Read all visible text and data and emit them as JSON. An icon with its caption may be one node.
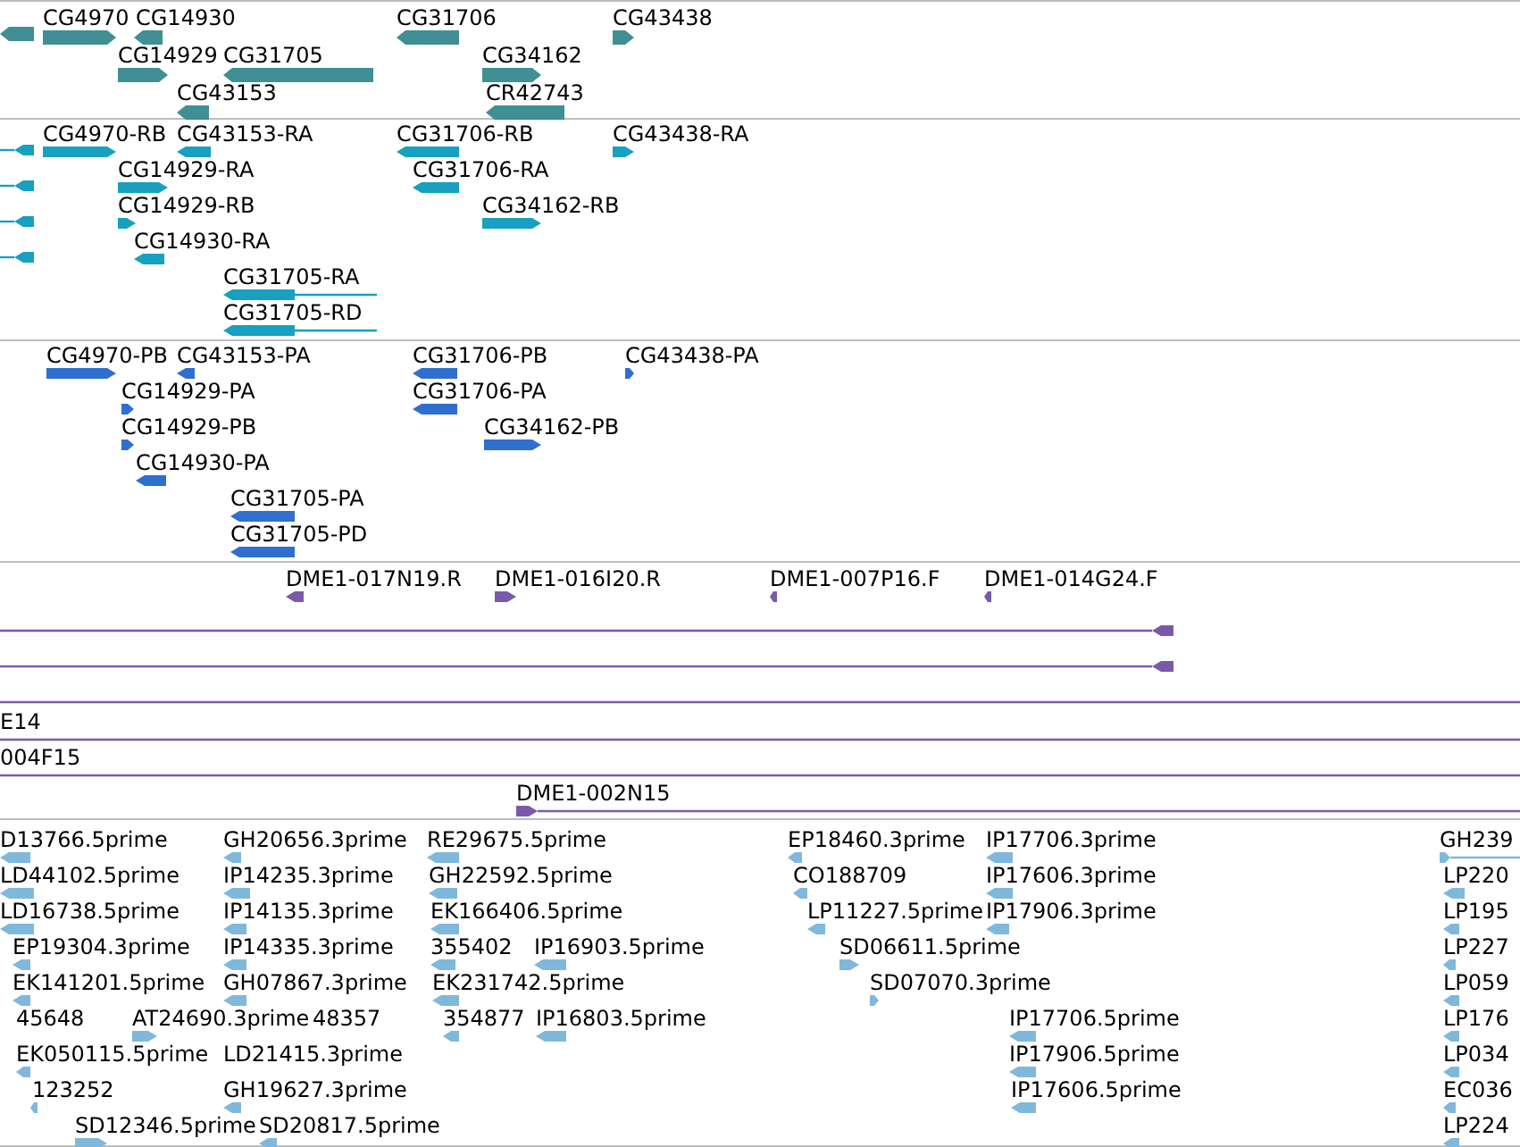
{
  "diagram": {
    "labels": [
      "CG4970",
      "CG14930",
      "CG31706",
      "CG43438",
      "CG14929",
      "CG31705",
      "CG34162",
      "CG43153",
      "CR42743",
      "CG4970-RB",
      "CG43153-RA",
      "CG31706-RB",
      "CG43438-RA",
      "CG14929-RA",
      "CG31706-RA",
      "CG14929-RB",
      "CG34162-RB",
      "CG14930-RA",
      "CG31705-RA",
      "CG31705-RD",
      "CG4970-PB",
      "CG43153-PA",
      "CG31706-PB",
      "CG43438-PA",
      "CG14929-PA",
      "CG31706-PA",
      "CG14929-PB",
      "CG34162-PB",
      "CG14930-PA",
      "CG31705-PA",
      "CG31705-PD",
      "DME1-017N19.R",
      "DME1-016I20.R",
      "DME1-007P16.F",
      "DME1-014G24.F",
      "E14",
      "004F15",
      "DME1-002N15",
      "D13766.5prime",
      "GH20656.3prime",
      "RE29675.5prime",
      "EP18460.3prime",
      "IP17706.3prime",
      "GH239",
      "LD44102.5prime",
      "IP14235.3prime",
      "GH22592.5prime",
      "CO188709",
      "IP17606.3prime",
      "LP220",
      "LD16738.5prime",
      "IP14135.3prime",
      "EK166406.5prime",
      "LP11227.5prime",
      "IP17906.3prime",
      "LP195",
      "EP19304.3prime",
      "IP14335.3prime",
      "355402",
      "IP16903.5prime",
      "SD06611.5prime",
      "LP227",
      "EK141201.5prime",
      "GH07867.3prime",
      "EK231742.5prime",
      "SD07070.3prime",
      "LP059",
      "45648",
      "AT24690.3prime",
      "48357",
      "354877",
      "IP16803.5prime",
      "IP17706.5prime",
      "LP176",
      "EK050115.5prime",
      "LD21415.3prime",
      "IP17906.5prime",
      "LP034",
      "123252",
      "GH19627.3prime",
      "IP17606.5prime",
      "EC036",
      "SD12346.5prime",
      "SD20817.5prime",
      "LP224"
    ]
  }
}
